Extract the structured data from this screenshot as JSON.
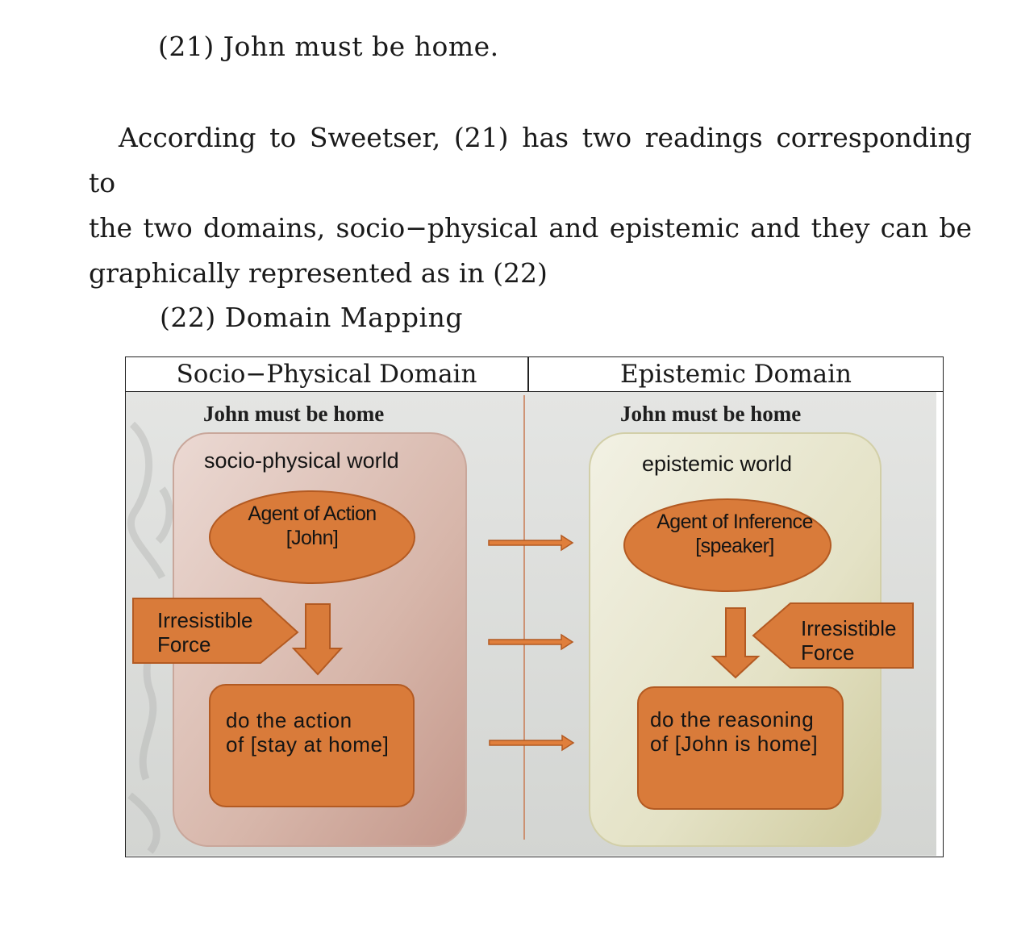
{
  "example_21": "(21) John must be home.",
  "paragraph": {
    "line1": "According to Sweetser, (21) has two readings corresponding to",
    "line2": "the two domains, socio−physical and epistemic and they can be",
    "line3": "graphically represented as in (22)"
  },
  "example_22": "(22) Domain Mapping",
  "figure": {
    "headers": {
      "left": "Socio−Physical Domain",
      "right": "Epistemic Domain"
    },
    "left": {
      "sentence": "John must be home",
      "world": "socio-physical world",
      "agent_line1": "Agent of Action",
      "agent_line2": "[John]",
      "force_line1": "Irresistible",
      "force_line2": "Force",
      "result_line1": "do the action",
      "result_line2": "of [stay at home]"
    },
    "right": {
      "sentence": "John must be home",
      "world": "epistemic world",
      "agent_line1": "Agent of Inference",
      "agent_line2": "[speaker]",
      "force_line1": "Irresistible",
      "force_line2": "Force",
      "result_line1": "do the reasoning",
      "result_line2": "of [John is home]"
    },
    "colors": {
      "orange": "#D97B3A",
      "orange_border": "#B35A22",
      "left_panel": "#D9B9AE",
      "right_panel": "#E8E6CC",
      "background": "#DCDEDC"
    },
    "mapping_arrows": 3
  }
}
